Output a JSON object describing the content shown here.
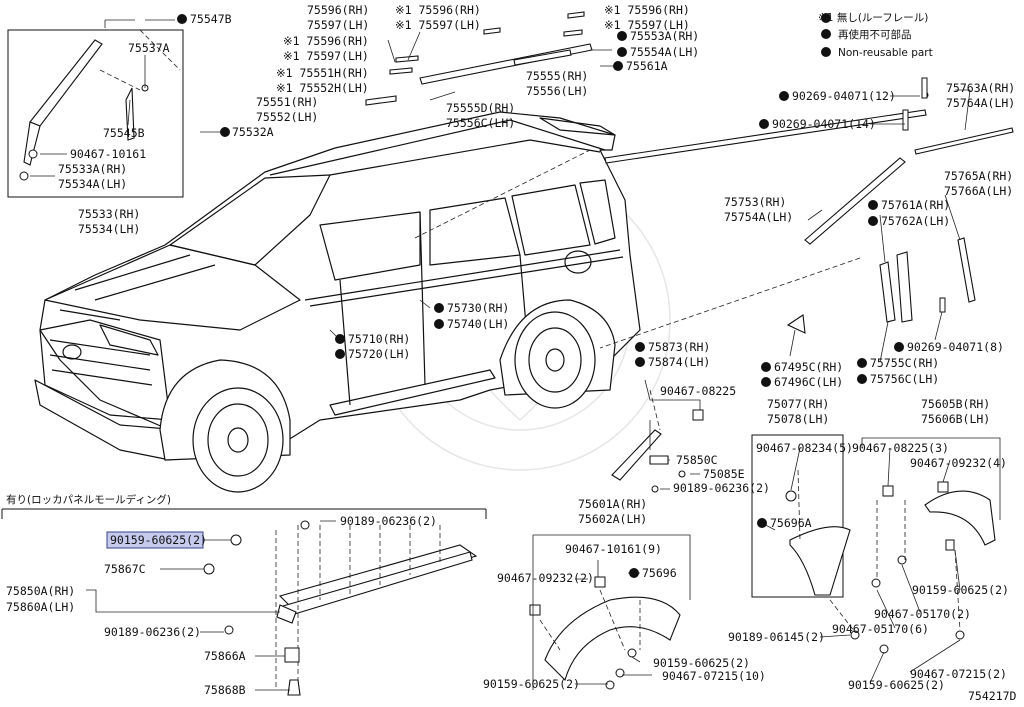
{
  "diagram_id": "754217D",
  "legend": {
    "note": "※1 無し(ルーフレール)",
    "reuse": "再使用不可部品",
    "nonreuse": "Non-reusable part"
  },
  "section_caption": "有り(ロッカパネルモールディング)",
  "labels": {
    "p75547B": "75547B",
    "p75537A": "75537A",
    "p75545B": "75545B",
    "p90467_10161_a": "90467-10161",
    "p75533A_rh": "75533A(RH)",
    "p75534A_lh": "75534A(LH)",
    "p75533_rh": "75533(RH)",
    "p75534_lh": "75534(LH)",
    "p75596_rh": "75596(RH)",
    "p75597_lh": "75597(LH)",
    "p75596_rh_n": "※1 75596(RH)",
    "p75597_lh_n": "※1 75597(LH)",
    "p175551H_rh": "※1 75551H(RH)",
    "p175552H_lh": "※1 75552H(LH)",
    "p75551_rh": "75551(RH)",
    "p75552_lh": "75552(LH)",
    "p75532A": "75532A",
    "p75555D_rh": "75555D(RH)",
    "p75556C_lh": "75556C(LH)",
    "p75596_rh_n2": "※1 75596(RH)",
    "p75597_lh_n2": "※1 75597(LH)",
    "p75553A_rh": "75553A(RH)",
    "p75554A_lh": "75554A(LH)",
    "p75555_rh": "75555(RH)",
    "p75556_lh": "75556(LH)",
    "p75561A": "75561A",
    "p90269_12": "90269-04071(12)",
    "p90269_14": "90269-04071(14)",
    "p75763A_rh": "75763A(RH)",
    "p75764A_lh": "75764A(LH)",
    "p75765A_rh": "75765A(RH)",
    "p75766A_lh": "75766A(LH)",
    "p75753_rh": "75753(RH)",
    "p75754A_lh": "75754A(LH)",
    "p75761A_rh": "75761A(RH)",
    "p75762A_lh": "75762A(LH)",
    "p90269_8": "90269-04071(8)",
    "p67495C_rh": "67495C(RH)",
    "p67496C_lh": "67496C(LH)",
    "p75755C_rh": "75755C(RH)",
    "p75756C_lh": "75756C(LH)",
    "p75730_rh": "75730(RH)",
    "p75740_lh": "75740(LH)",
    "p75710_rh": "75710(RH)",
    "p75720_lh": "75720(LH)",
    "p75873_rh": "75873(RH)",
    "p75874_lh": "75874(LH)",
    "p90467_08225": "90467-08225",
    "p75850C": "75850C",
    "p75085E": "75085E",
    "p90189_06236_2_r": "90189-06236(2)",
    "p75077_rh": "75077(RH)",
    "p75078_lh": "75078(LH)",
    "p90467_08234_5": "90467-08234(5)",
    "p75696A": "75696A",
    "p75605B_rh": "75605B(RH)",
    "p75606B_lh": "75606B(LH)",
    "p90467_08225_3": "90467-08225(3)",
    "p90467_09232_4": "90467-09232(4)",
    "p90159_60625_2_r": "90159-60625(2)",
    "p90467_05170_2": "90467-05170(2)",
    "p90467_05170_6": "90467-05170(6)",
    "p90189_06145_2": "90189-06145(2)",
    "p90467_07215_2": "90467-07215(2)",
    "p90159_60625_2_br": "90159-60625(2)",
    "p75601A_rh": "75601A(RH)",
    "p75602A_lh": "75602A(LH)",
    "p90467_10161_9": "90467-10161(9)",
    "p90467_09232_2": "90467-09232(2)",
    "p75696": "75696",
    "p90159_60625_2_m": "90159-60625(2)",
    "p90159_60625_2_bl": "90159-60625(2)",
    "p90467_07215_10": "90467-07215(10)",
    "p90159_60625_2_hl": "90159-60625(2)",
    "p90189_06236_2_t": "90189-06236(2)",
    "p75867C": "75867C",
    "p75850A_rh": "75850A(RH)",
    "p75860A_lh": "75860A(LH)",
    "p90189_06236_2_b": "90189-06236(2)",
    "p75866A": "75866A",
    "p75868B": "75868B"
  }
}
